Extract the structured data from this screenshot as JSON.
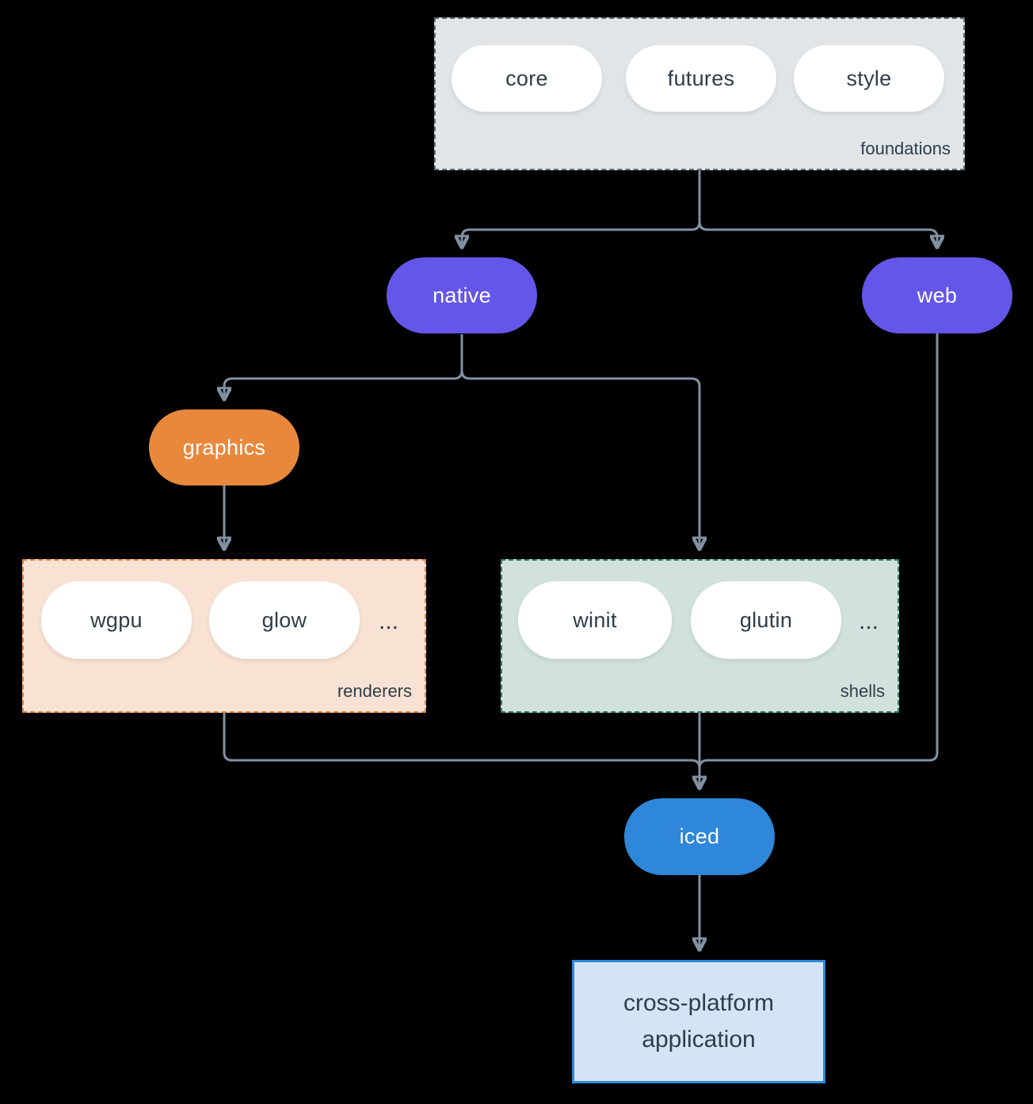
{
  "foundations": {
    "label": "foundations",
    "pills": [
      "core",
      "futures",
      "style"
    ]
  },
  "native": {
    "label": "native"
  },
  "web": {
    "label": "web"
  },
  "graphics": {
    "label": "graphics"
  },
  "renderers": {
    "label": "renderers",
    "pills": [
      "wgpu",
      "glow"
    ],
    "more": "..."
  },
  "shells": {
    "label": "shells",
    "pills": [
      "winit",
      "glutin"
    ],
    "more": "..."
  },
  "iced": {
    "label": "iced"
  },
  "application": {
    "line1": "cross-platform",
    "line2": "application"
  },
  "colors": {
    "background": "#000000",
    "connector_line": "#8091a2",
    "node_purple": "#6456e8",
    "node_orange": "#e8883c",
    "node_blue": "#2e87d8",
    "foundations_fill": "#e1e5e8",
    "foundations_border": "#5f6f7f",
    "renderers_fill": "#f9e2d3",
    "renderers_border": "#e0873f",
    "shells_fill": "#d1e2dc",
    "shells_border": "#2f7d68",
    "application_fill": "#d3e4f5",
    "application_border": "#2e87d8",
    "pill_fill": "#ffffff",
    "text_dark": "#2e3d49",
    "text_light": "#ffffff"
  }
}
